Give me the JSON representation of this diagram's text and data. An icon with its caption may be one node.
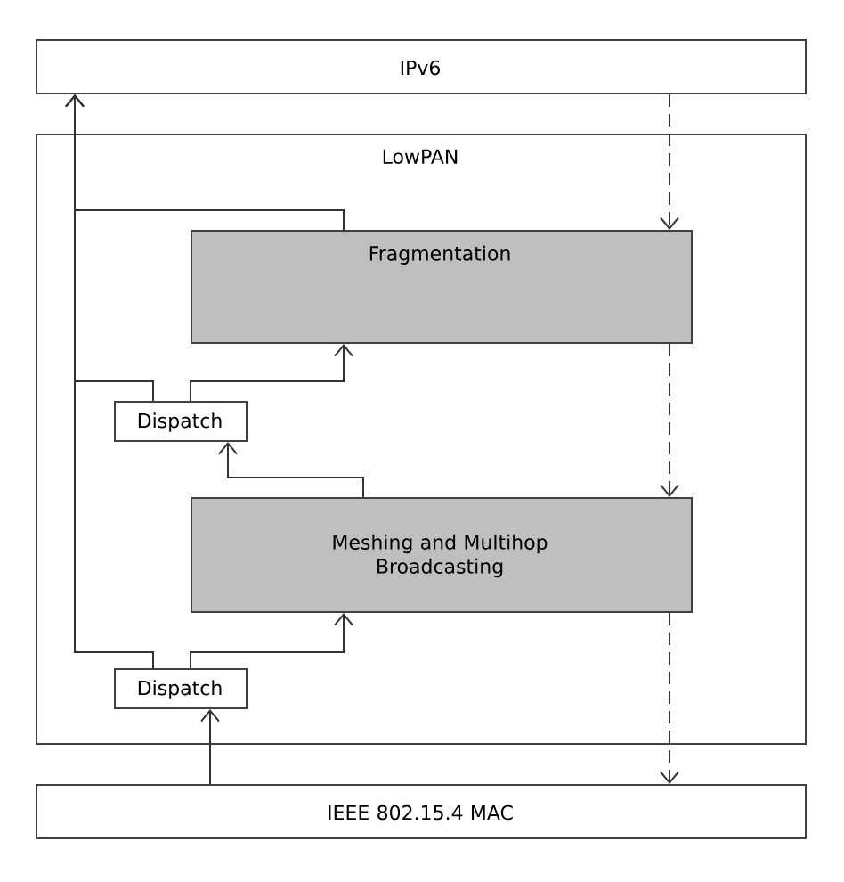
{
  "diagram": {
    "nodes": [
      {
        "text": [
          "IPv6"
        ]
      },
      {
        "text": [
          "LowPAN"
        ]
      },
      {
        "text": [
          "Fragmentation"
        ],
        "in": 1
      },
      {
        "text": [
          "Dispatch"
        ],
        "in": 1
      },
      {
        "text": [
          "Meshing and Multihop Broadcasting"
        ],
        "in": 1
      },
      {
        "text": [
          "Dispatch"
        ],
        "in": 1
      },
      {
        "text": [
          "IEEE 802.15.4 MAC"
        ]
      }
    ],
    "edges": [
      {
        "from": 0,
        "to": 2,
        "arrow": "to",
        "style": "dashed"
      },
      {
        "from": 2,
        "to": 4,
        "arrow": "to",
        "style": "dashed"
      },
      {
        "from": 4,
        "to": 6,
        "arrow": "to",
        "style": "dashed"
      },
      {
        "from": 6,
        "to": 5,
        "arrow": "to"
      },
      {
        "from": 5,
        "to": 4,
        "arrow": "to"
      },
      {
        "from": 5,
        "to": 0,
        "arrow": "to"
      },
      {
        "from": 4,
        "to": 3,
        "arrow": "to"
      },
      {
        "from": 3,
        "to": 2,
        "arrow": "to"
      },
      {
        "from": 3,
        "to": 0,
        "arrow": "to"
      },
      {
        "from": 2,
        "to": 0,
        "arrow": "to"
      }
    ]
  }
}
